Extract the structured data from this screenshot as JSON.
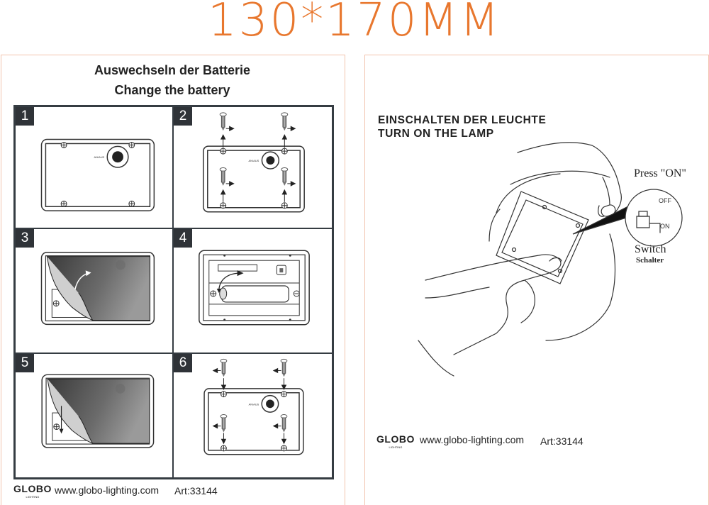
{
  "size_title": "130*170MM",
  "left_page": {
    "heading_de": "Auswechseln der Batterie",
    "heading_en": "Change the battery",
    "steps": [
      "1",
      "2",
      "3",
      "4",
      "5",
      "6"
    ],
    "switch_label": "AN/AUS",
    "footer": {
      "logo": "GLOBO",
      "logo_sub": "LIGHTING",
      "url": "www.globo-lighting.com",
      "article": "Art:33144"
    }
  },
  "right_page": {
    "heading_de": "EINSCHALTEN  DER LEUCHTE",
    "heading_en": "TURN ON THE LAMP",
    "press_on": "Press \"ON\"",
    "off_label": "OFF",
    "on_label": "ON",
    "switch_en": "Switch",
    "switch_de": "Schalter",
    "footer": {
      "logo": "GLOBO",
      "logo_sub": "LIGHTING",
      "url": "www.globo-lighting.com",
      "article": "Art:33144"
    }
  },
  "colors": {
    "title": "#e8772e",
    "page_border": "#f2c4ae",
    "frame": "#353c42"
  }
}
